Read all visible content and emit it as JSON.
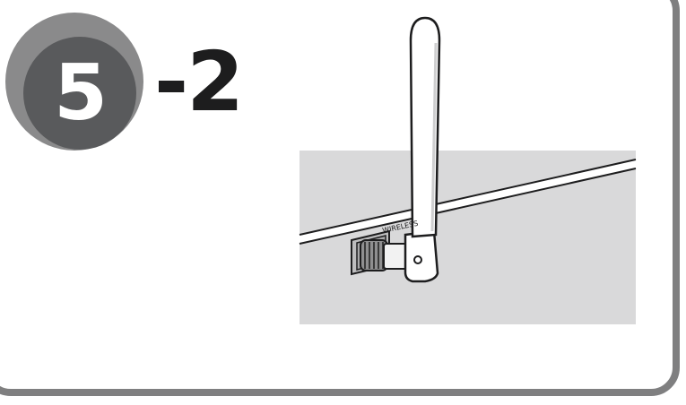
{
  "step": {
    "number": "5",
    "suffix": "-2"
  },
  "illustration": {
    "port_label": "WIRELESS",
    "subject": "antenna-attached-to-wireless-port"
  },
  "colors": {
    "frame": "#7f7f80",
    "badge_outer": "#8a8a8b",
    "badge_inner": "#595a5c",
    "panel": "#d9d9da",
    "ink": "#1d1d1e"
  }
}
